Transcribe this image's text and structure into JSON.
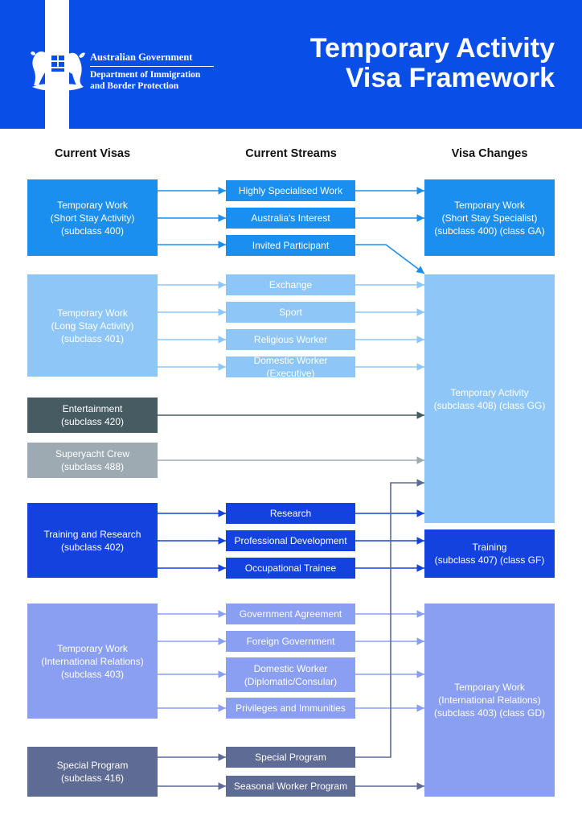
{
  "header": {
    "gov_line1": "Australian Government",
    "gov_line2": "Department of Immigration",
    "gov_line3": "and Border Protection",
    "title": "Temporary Activity\nVisa Framework"
  },
  "columns": {
    "current_visas": "Current Visas",
    "current_streams": "Current Streams",
    "visa_changes": "Visa Changes"
  },
  "colors": {
    "header_blue": "#0a4ee8",
    "blue_400": "#1a8ff0",
    "light_blue": "#8ec6f7",
    "entertainment": "#475b63",
    "superyacht": "#9daab1",
    "dark_blue": "#1342df",
    "periwinkle": "#8a9ef2",
    "slate": "#5e6b94"
  },
  "current_visas": [
    {
      "id": "v400",
      "label": "Temporary Work\n(Short Stay Activity)\n(subclass 400)"
    },
    {
      "id": "v401",
      "label": "Temporary Work\n(Long Stay Activity)\n(subclass 401)"
    },
    {
      "id": "v420",
      "label": "Entertainment\n(subclass 420)"
    },
    {
      "id": "v488",
      "label": "Superyacht Crew\n(subclass 488)"
    },
    {
      "id": "v402",
      "label": "Training and Research\n(subclass 402)"
    },
    {
      "id": "v403",
      "label": "Temporary Work\n(International Relations)\n(subclass 403)"
    },
    {
      "id": "v416",
      "label": "Special Program\n(subclass 416)"
    }
  ],
  "streams": [
    {
      "id": "s_hsw",
      "label": "Highly Specialised Work"
    },
    {
      "id": "s_ai",
      "label": "Australia's Interest"
    },
    {
      "id": "s_ip",
      "label": "Invited Participant"
    },
    {
      "id": "s_ex",
      "label": "Exchange"
    },
    {
      "id": "s_sp",
      "label": "Sport"
    },
    {
      "id": "s_rw",
      "label": "Religious Worker"
    },
    {
      "id": "s_dwe",
      "label": "Domestic Worker (Executive)"
    },
    {
      "id": "s_re",
      "label": "Research"
    },
    {
      "id": "s_pd",
      "label": "Professional Development"
    },
    {
      "id": "s_ot",
      "label": "Occupational Trainee"
    },
    {
      "id": "s_ga",
      "label": "Government Agreement"
    },
    {
      "id": "s_fg",
      "label": "Foreign Government"
    },
    {
      "id": "s_dwd",
      "label": "Domestic Worker\n(Diplomatic/Consular)"
    },
    {
      "id": "s_pi",
      "label": "Privileges and Immunities"
    },
    {
      "id": "s_spp",
      "label": "Special Program"
    },
    {
      "id": "s_swp",
      "label": "Seasonal Worker Program"
    }
  ],
  "visa_changes": [
    {
      "id": "n400",
      "label": "Temporary Work\n(Short Stay Specialist)\n(subclass 400) (class GA)"
    },
    {
      "id": "n408",
      "label": "Temporary Activity\n(subclass 408) (class GG)"
    },
    {
      "id": "n407",
      "label": "Training\n(subclass 407) (class GF)"
    },
    {
      "id": "n403",
      "label": "Temporary Work\n(International Relations)\n(subclass 403) (class GD)"
    }
  ]
}
